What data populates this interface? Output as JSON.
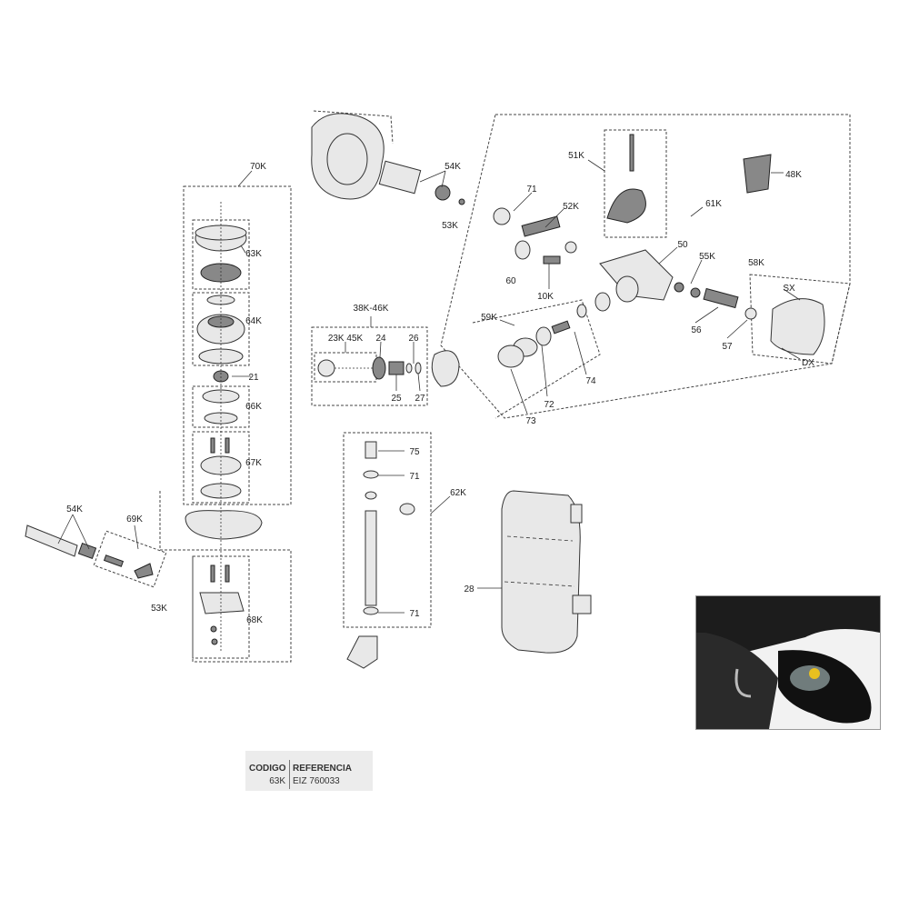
{
  "labels": {
    "k70": "70K",
    "k63": "63K",
    "k64": "64K",
    "n21": "21",
    "k66": "66K",
    "k67": "67K",
    "k54_left": "54K",
    "k69": "69K",
    "k53_left": "53K",
    "k68": "68K",
    "k54_top": "54K",
    "k53_top": "53K",
    "n71_top": "71",
    "k52": "52K",
    "k51": "51K",
    "k48": "48K",
    "k61": "61K",
    "n50": "50",
    "k55": "55K",
    "k58": "58K",
    "sx": "SX",
    "dx": "DX",
    "n60": "60",
    "k10": "10K",
    "k59": "59K",
    "n56": "56",
    "n57": "57",
    "n74": "74",
    "n72": "72",
    "n73": "73",
    "k38_46": "38K-46K",
    "k23_45": "23K 45K",
    "n24": "24",
    "n26": "26",
    "n25": "25",
    "n27": "27",
    "n75": "75",
    "n71_mid": "71",
    "k62": "62K",
    "n71_low": "71",
    "n28": "28"
  },
  "code_table": {
    "header_code": "CODIGO",
    "header_ref": "REFERENCIA",
    "code": "63K",
    "reference": "EIZ 760033"
  }
}
